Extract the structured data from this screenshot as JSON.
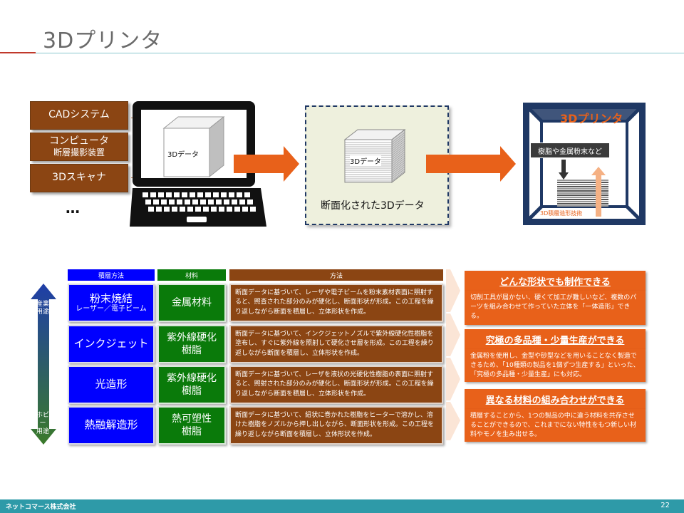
{
  "slide": {
    "title": "3Dプリンタ",
    "page_number": "22",
    "company": "ネットコマース株式会社"
  },
  "diagram": {
    "sources": [
      {
        "label": "CADシステム",
        "sub": ""
      },
      {
        "label": "コンピュータ",
        "sub": "断層撮影装置"
      },
      {
        "label": "3Dスキャナ",
        "sub": ""
      }
    ],
    "ellipsis": "…",
    "laptop_data_label": "3Dデータ",
    "sliced_data_label": "3Dデータ",
    "sliced_caption": "断面化された3Dデータ",
    "printer_title": "3Dプリンタ",
    "printer_material": "樹脂や金属粉末など",
    "printer_tech": "3D積層造形技術"
  },
  "table": {
    "headers": {
      "method": "積層方法",
      "material": "材料",
      "approach": "方法"
    },
    "rows": [
      {
        "method": "粉末焼結",
        "method_sub": "レーザー／電子ビーム",
        "material": "金属材料",
        "desc": "断面データに基づいて、レーザや電子ビームを粉末素材表面に照射すると、照査された部分のみが硬化し、断面形状が形成。この工程を繰り返しながら断面を積層し、立体形状を作成。"
      },
      {
        "method": "インクジェット",
        "method_sub": "",
        "material": "紫外線硬化\n樹脂",
        "desc": "断面データに基づいて、インクジェットノズルで紫外線硬化性樹脂を塗布し、すぐに紫外線を照射して硬化させ層を形成。この工程を繰り返しながら断面を積層し、立体形状を作成。"
      },
      {
        "method": "光造形",
        "method_sub": "",
        "material": "紫外線硬化\n樹脂",
        "desc": "断面データに基づいて、レーザを液状の光硬化性樹脂の表面に照射すると、照射された部分のみが硬化し、断面形状が形成。この工程を繰り返しながら断面を積層し、立体形状を作成。"
      },
      {
        "method": "熱融解造形",
        "method_sub": "",
        "material": "熱可塑性\n樹脂",
        "desc": "断面データに基づいて、紐状に巻かれた樹脂をヒーターで溶かし、溶けた樹脂をノズルから押し出しながら、断面形状を形成。この工程を繰り返しながら断面を積層し、立体形状を作成。"
      }
    ],
    "axis_top": "産業\n用途",
    "axis_bottom": "ホビー\n用途"
  },
  "benefits": [
    {
      "title": "どんな形状でも制作できる",
      "body": "切削工具が届かない、硬くて加工が難しいなど、複数のパーツを組み合わせて作っていた立体を「一体造形」できる。"
    },
    {
      "title": "究極の多品種・少量生産ができる",
      "body": "金属粉を使用し、金型や砂型などを用いることなく製造できるため、「10種類の製品を1個ずつ生産する」といった、「究極の多品種・少量生産」にも対応。"
    },
    {
      "title": "異なる材料の組み合わせができる",
      "body": "積層することから、1つの製品の中に違う材料を共存させることができるので、これまでにない特性をもつ新しい材料やモノを生み出せる。"
    }
  ],
  "colors": {
    "brown": "#8b4513",
    "blue": "#0000ff",
    "green": "#0a7a0a",
    "orange": "#e8611a",
    "navy": "#1f3864",
    "teal": "#2e9aa8"
  }
}
